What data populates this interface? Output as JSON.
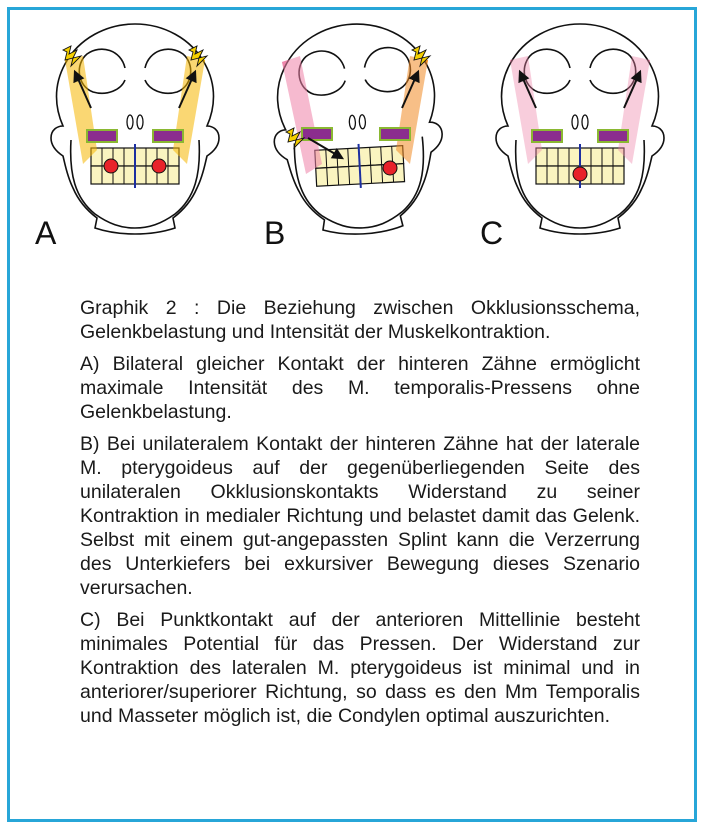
{
  "colors": {
    "border": "#27a6d8",
    "temporalis_active": "#f5b700",
    "temporalis_strong": "#f08a24",
    "temporalis_relaxed": "#ee82a8",
    "pterygoid": "#8b2d8e",
    "pterygoid_outline": "#8ab832",
    "contact_point": "#e8222a",
    "teeth": "#faf4c0",
    "midline": "#1c2fa0"
  },
  "panels": [
    {
      "label": "A",
      "left_muscle": "temporalis_active",
      "right_muscle": "temporalis_active",
      "contacts": "bilateral-posterior",
      "left_bolt": true,
      "right_bolt": true
    },
    {
      "label": "B",
      "left_muscle": "temporalis_relaxed",
      "right_muscle": "temporalis_strong",
      "contacts": "unilateral-posterior",
      "left_bolt": false,
      "right_bolt": true,
      "joint_bolt": true
    },
    {
      "label": "C",
      "left_muscle": "temporalis_relaxed",
      "right_muscle": "temporalis_relaxed",
      "contacts": "anterior-midline",
      "left_bolt": false,
      "right_bolt": false
    }
  ],
  "caption": {
    "title": "Graphik 2 : Die Beziehung zwischen Okklusionsschema, Gelenkbelastung und Intensität der Muskelkontraktion.",
    "a": "A) Bilateral gleicher Kontakt der hinteren Zähne ermöglicht maximale Intensität des M. temporalis-Pressens ohne Gelenkbelastung.",
    "b": "B) Bei unilateralem Kontakt der hinteren Zähne hat der laterale M. pterygoideus auf der gegenüberliegenden Seite des unilateralen Okklusionskontakts Widerstand zu seiner Kontraktion in medialer Richtung und belastet damit das Gelenk. Selbst mit einem gut-angepassten Splint kann die Verzerrung des Unterkiefers bei exkursiver Bewegung dieses Szenario verursachen.",
    "c": "C) Bei Punktkontakt auf der anterioren Mittellinie besteht minimales Potential für das Pressen. Der Widerstand zur Kontraktion des lateralen M. pterygoideus ist minimal und in anteriorer/superiorer Richtung, so dass es den Mm Temporalis und Masseter möglich ist, die Condylen optimal auszurichten."
  }
}
